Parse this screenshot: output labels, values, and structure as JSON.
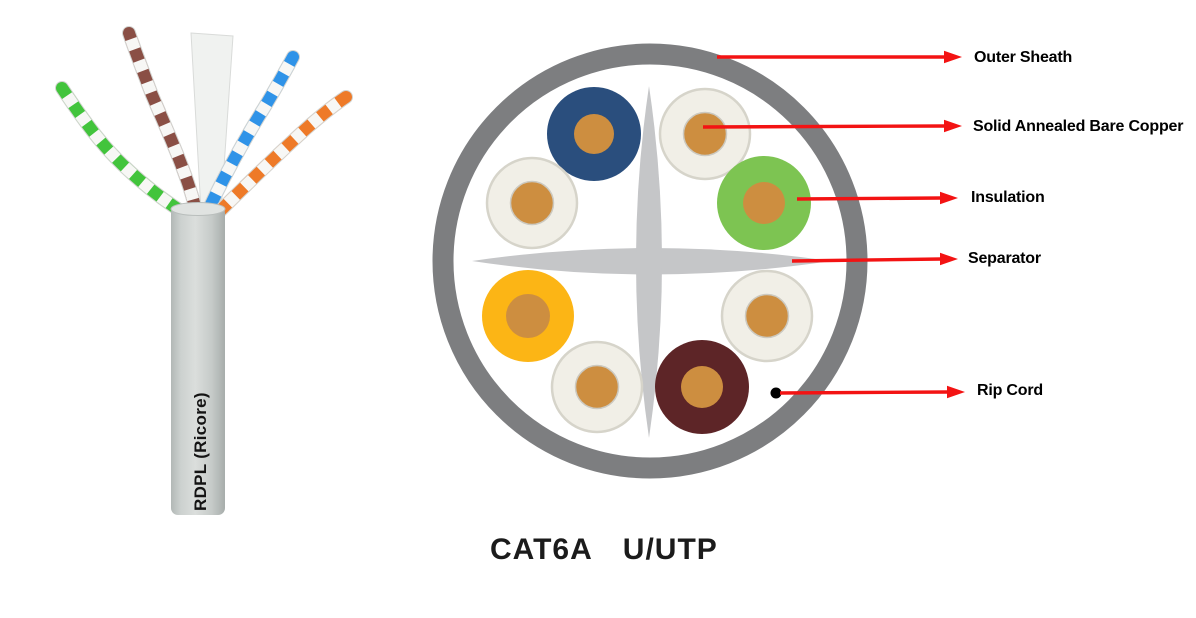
{
  "title": {
    "part1": "CAT6A",
    "part2": "U/UTP"
  },
  "cable_photo": {
    "sheath_label": "RDPL (Ricore)",
    "sheath_color": "#c9cdcb",
    "separator_strip_color": "#f0f2f0",
    "pairs": [
      {
        "name": "green-white twisted pair",
        "color": "#42c43c"
      },
      {
        "name": "brown-white twisted pair",
        "color": "#8a4f45"
      },
      {
        "name": "blue-white twisted pair",
        "color": "#2f93e8"
      },
      {
        "name": "orange-white twisted pair",
        "color": "#ee7a28"
      }
    ]
  },
  "cross_section": {
    "outer_sheath_color": "#7d7e80",
    "separator_color": "#c5c6c8",
    "copper_color": "#cd8e40",
    "rip_cord_color": "#000000",
    "wires": [
      {
        "name": "blue insulated wire",
        "color": "#2a4e7d"
      },
      {
        "name": "white insulated wire",
        "color": "#f1efe7"
      },
      {
        "name": "green insulated wire",
        "color": "#7dc452"
      },
      {
        "name": "white insulated wire",
        "color": "#f1efe7"
      },
      {
        "name": "yellow insulated wire",
        "color": "#fcb515"
      },
      {
        "name": "white insulated wire",
        "color": "#f1efe7"
      },
      {
        "name": "maroon insulated wire",
        "color": "#5d2527"
      },
      {
        "name": "white insulated wire",
        "color": "#f1efe7"
      }
    ]
  },
  "annotations": {
    "arrow_color": "#f31313",
    "labels": [
      {
        "text": "Outer Sheath"
      },
      {
        "text": "Solid Annealed Bare Copper"
      },
      {
        "text": "Insulation"
      },
      {
        "text": "Separator"
      },
      {
        "text": "Rip Cord"
      }
    ]
  }
}
